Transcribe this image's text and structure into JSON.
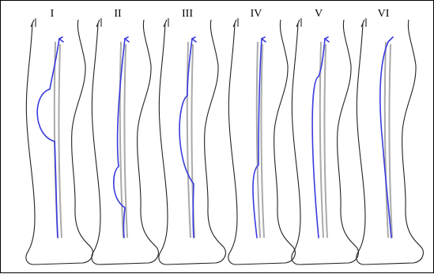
{
  "panels": [
    {
      "label": "I",
      "vessel_color": "#3a3adf",
      "guide_color": "#aaaaaa"
    },
    {
      "label": "II",
      "vessel_color": "#3a3adf",
      "guide_color": "#aaaaaa"
    },
    {
      "label": "III",
      "vessel_color": "#3a3adf",
      "guide_color": "#aaaaaa"
    },
    {
      "label": "IV",
      "vessel_color": "#3a3adf",
      "guide_color": "#aaaaaa"
    },
    {
      "label": "V",
      "vessel_color": "#3a3adf",
      "guide_color": "#aaaaaa"
    },
    {
      "label": "VI",
      "vessel_color": "#3a3adf",
      "guide_color": "#aaaaaa"
    }
  ],
  "colors": {
    "outline": "#222222",
    "border": "#000000",
    "background": "#ffffff"
  }
}
